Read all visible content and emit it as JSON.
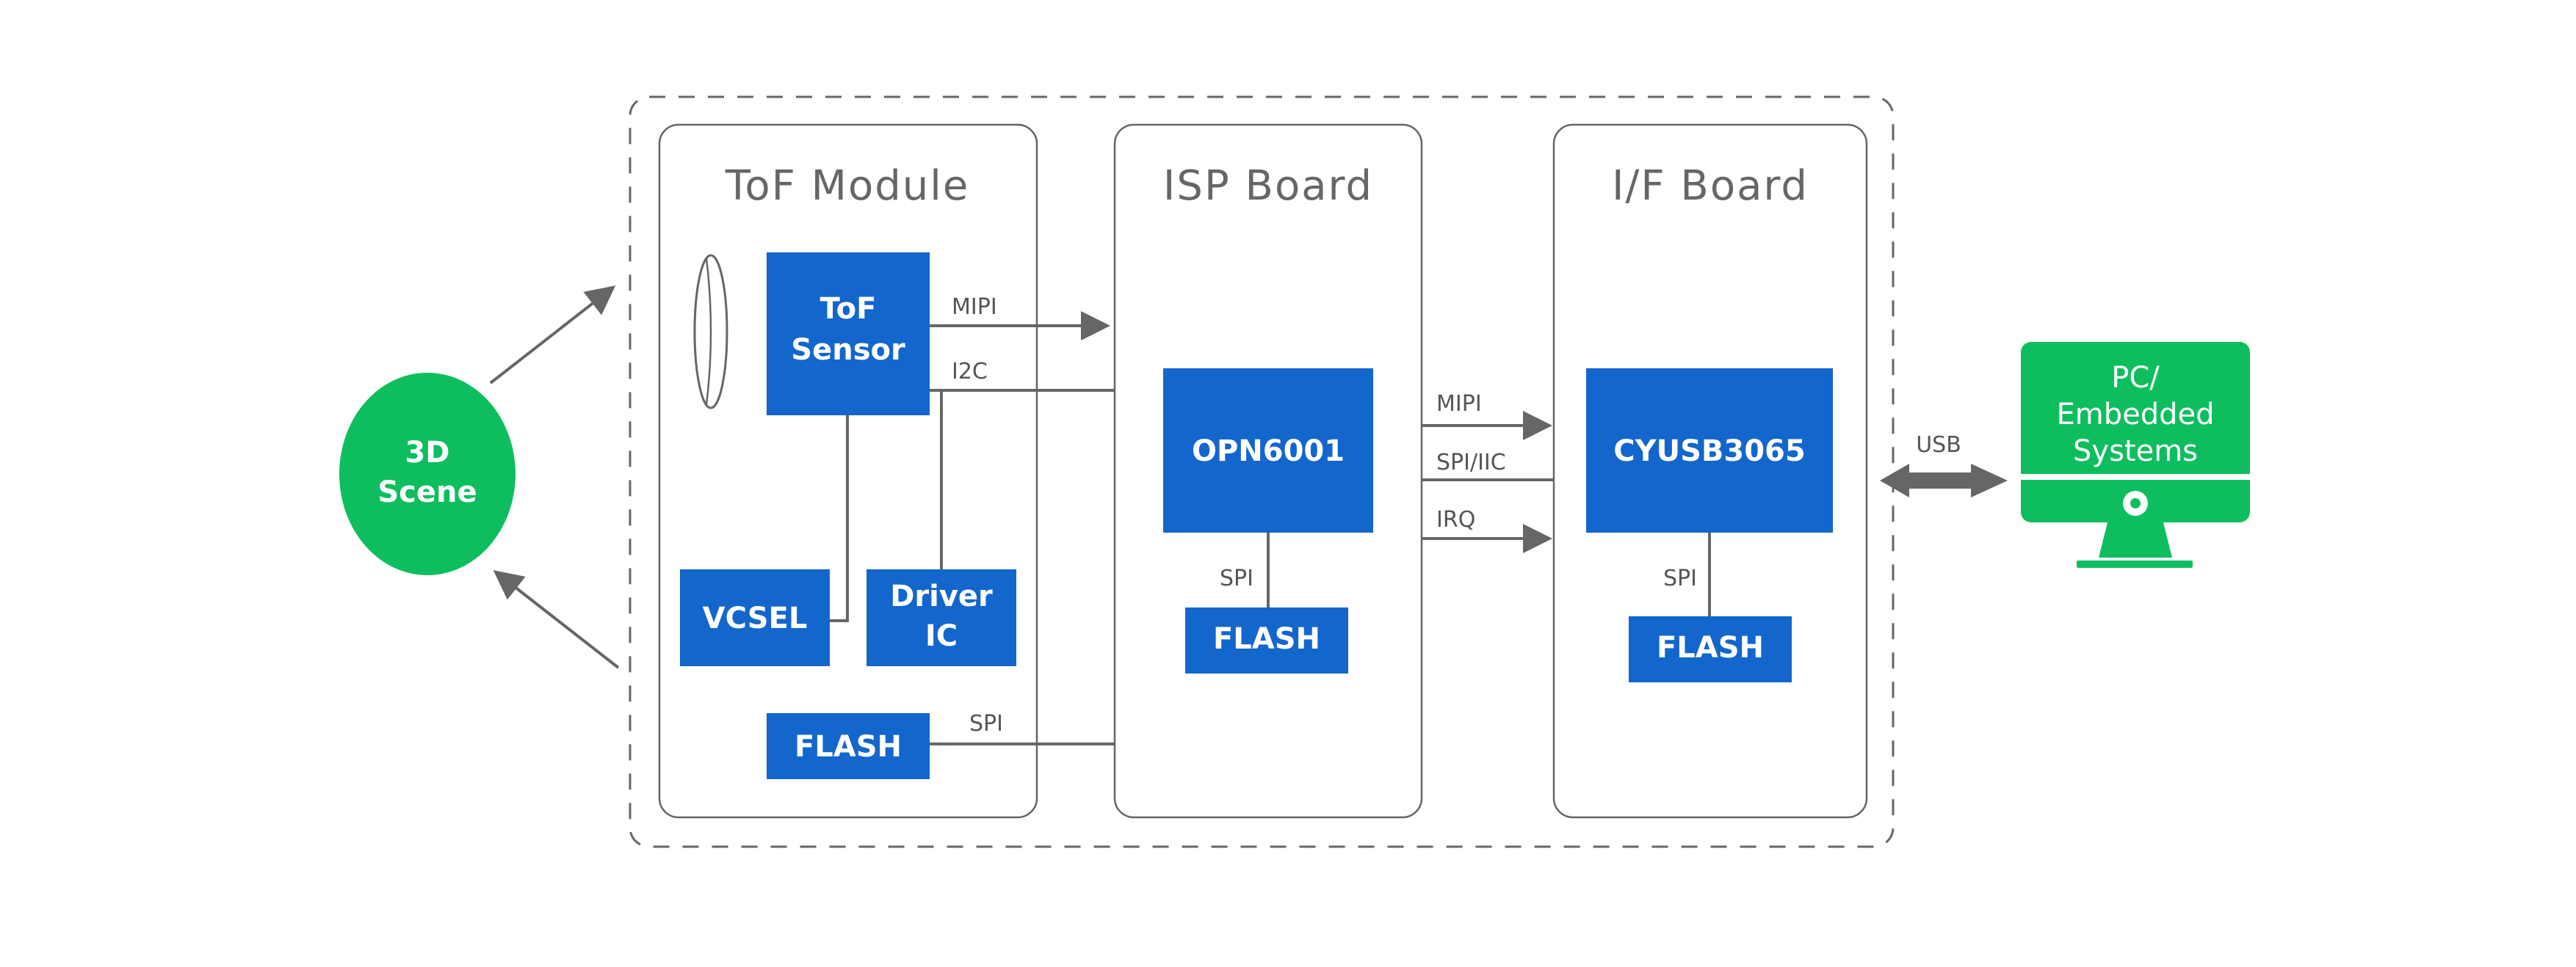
{
  "colors": {
    "block_blue": "#1366cc",
    "accent_green": "#0ebe5e",
    "line_gray": "#666666"
  },
  "scene": {
    "line1": "3D",
    "line2": "Scene"
  },
  "tof_module": {
    "title": "ToF Module",
    "sensor": {
      "line1": "ToF",
      "line2": "Sensor"
    },
    "vcsel": "VCSEL",
    "driver": {
      "line1": "Driver",
      "line2": "IC"
    },
    "flash": "FLASH"
  },
  "isp_board": {
    "title": "ISP Board",
    "chip": "OPN6001",
    "flash": "FLASH"
  },
  "if_board": {
    "title": "I/F Board",
    "chip": "CYUSB3065",
    "flash": "FLASH"
  },
  "pc": {
    "line1": "PC/",
    "line2": "Embedded",
    "line3": "Systems"
  },
  "labels": {
    "mipi_tof": "MIPI",
    "i2c": "I2C",
    "spi_tof_flash": "SPI",
    "spi_isp_flash": "SPI",
    "mipi_isp": "MIPI",
    "spi_iic": "SPI/IIC",
    "irq": "IRQ",
    "spi_if_flash": "SPI",
    "usb": "USB"
  }
}
